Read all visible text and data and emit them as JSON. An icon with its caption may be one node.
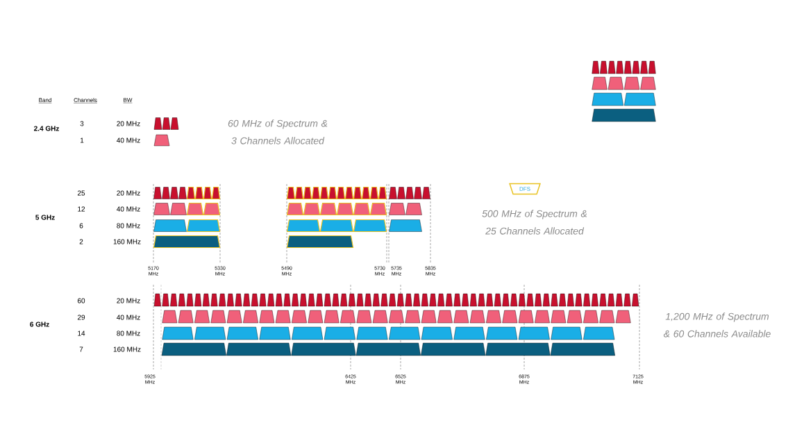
{
  "diagram": {
    "nodes": [
      {
        "text": [
          "DFS"
        ]
      }
    ],
    "labels": [
      "Band",
      "Channels",
      "BW",
      "2.4 GHz",
      "3",
      "20 MHz",
      "1",
      "40 MHz",
      "60 MHz of Spectrum & 3 Channels Allocated",
      "25",
      "20 MHz",
      "12",
      "40 MHz",
      "5 GHz",
      "6",
      "80 MHz",
      "2",
      "160 MHz",
      "500 MHz of Spectrum & 25 Channels Allocated",
      "5170 MHz",
      "5330 MHz",
      "5490 MHz",
      "5730 MHz",
      "5735 MHz",
      "5835 MHz",
      "60",
      "20 MHz",
      "29",
      "40 MHz",
      "6 GHz",
      "14",
      "80 MHz",
      "7",
      "160 MHz",
      "1,200 MHz of Spectrum & 60 Channels Available",
      "5925 MHz",
      "6425 MHz",
      "6525 MHz",
      "6875 MHz",
      "7125 MHz"
    ]
  }
}
